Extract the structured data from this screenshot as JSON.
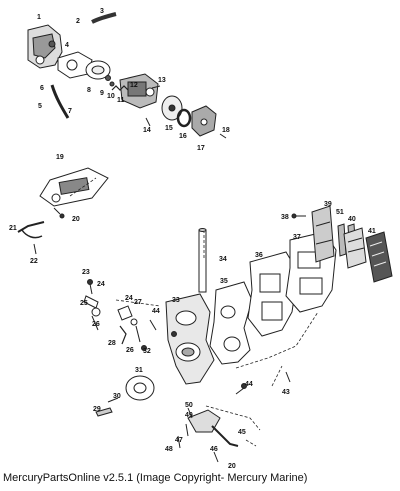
{
  "diagram": {
    "callouts": [
      "1",
      "2",
      "3",
      "4",
      "5",
      "6",
      "7",
      "8",
      "9",
      "10",
      "11",
      "12",
      "13",
      "14",
      "15",
      "16",
      "17",
      "18",
      "19",
      "20",
      "21",
      "22",
      "23",
      "24",
      "24",
      "25",
      "26",
      "26",
      "27",
      "28",
      "29",
      "30",
      "31",
      "32",
      "33",
      "34",
      "35",
      "36",
      "37",
      "38",
      "39",
      "40",
      "41",
      "43",
      "44",
      "44",
      "45",
      "46",
      "47",
      "48",
      "49",
      "50",
      "51",
      "20"
    ]
  },
  "footer": {
    "credit": "MercuryPartsOnline v2.5.1 (Image Copyright- Mercury Marine)"
  }
}
